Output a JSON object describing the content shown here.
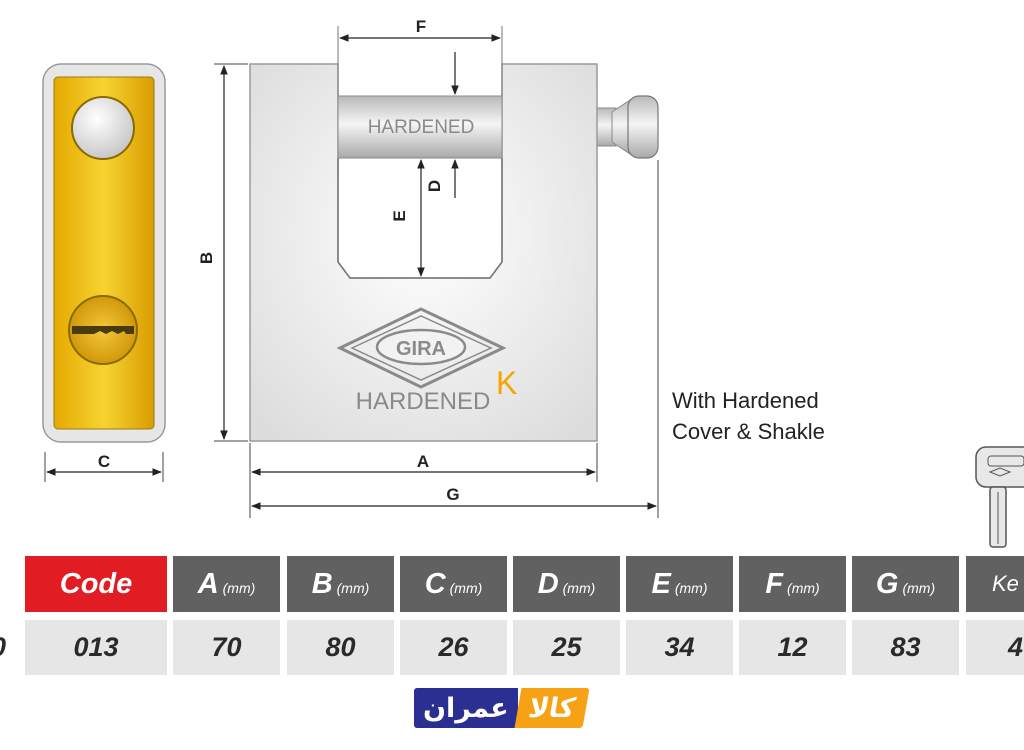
{
  "diagram": {
    "dimensions": [
      "A",
      "B",
      "C",
      "D",
      "E",
      "F",
      "G"
    ],
    "body_text": {
      "shackle_label": "HARDENED",
      "brand": "GIRA",
      "brand_suffix": "K",
      "body_label": "HARDENED"
    },
    "feature_text": [
      "With Hardened",
      "Cover & Shakle"
    ]
  },
  "table": {
    "headers": [
      {
        "label": "Code",
        "unit": ""
      },
      {
        "label": "A",
        "unit": "(mm)"
      },
      {
        "label": "B",
        "unit": "(mm)"
      },
      {
        "label": "C",
        "unit": "(mm)"
      },
      {
        "label": "D",
        "unit": "(mm)"
      },
      {
        "label": "E",
        "unit": "(mm)"
      },
      {
        "label": "F",
        "unit": "(mm)"
      },
      {
        "label": "G",
        "unit": "(mm)"
      },
      {
        "label": "Ke",
        "unit": ""
      }
    ],
    "values": [
      "013",
      "70",
      "80",
      "26",
      "25",
      "34",
      "12",
      "83",
      "4"
    ],
    "left_edge_fragment": "0"
  },
  "logo": {
    "part_blue": "عمران",
    "part_orange": "کالا"
  },
  "colors": {
    "code_header": "#e21c23",
    "header": "#616161",
    "value_bg": "#e6e6e6",
    "side_gold": "#f0c419",
    "logo_blue": "#2b2f91",
    "logo_orange": "#f6a214"
  }
}
